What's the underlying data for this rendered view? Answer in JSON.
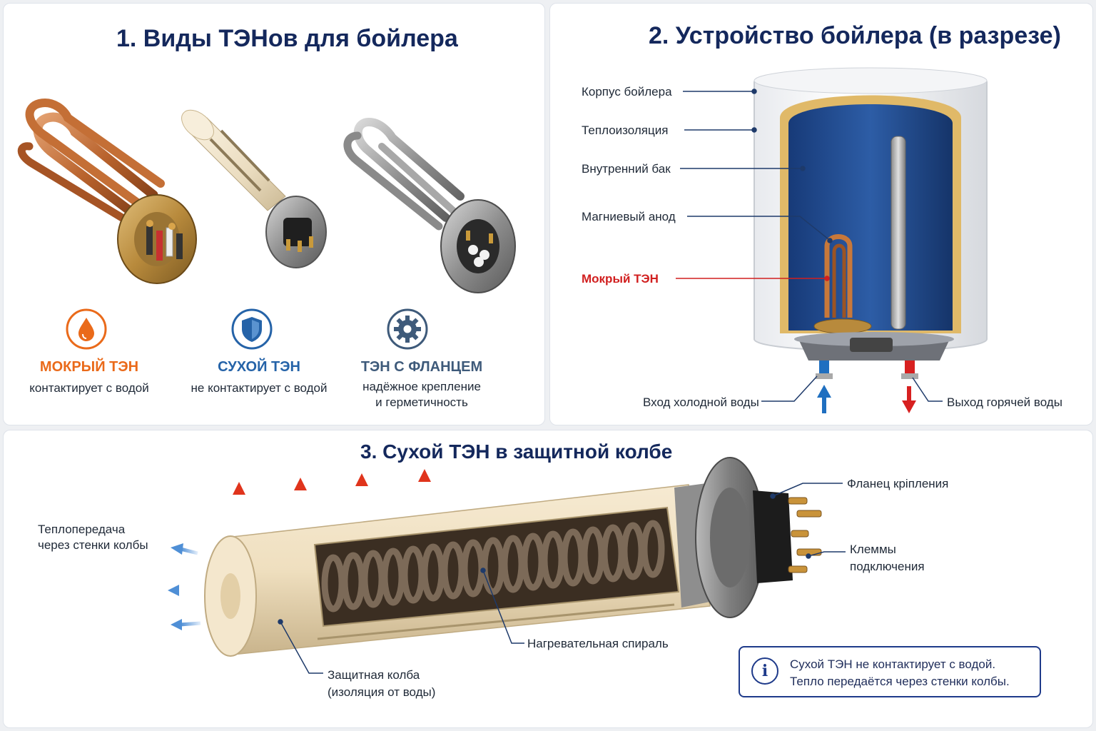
{
  "panel1": {
    "title": "1. Виды ТЭНов для бойлера",
    "types": [
      {
        "title": "МОКРЫЙ ТЭН",
        "desc": "контактирует с водой",
        "icon": "drop-icon",
        "color": "#ea6a1a"
      },
      {
        "title": "СУХОЙ ТЭН",
        "desc": "не контактирует с водой",
        "icon": "shield-icon",
        "color": "#2563a8"
      },
      {
        "title": "ТЭН С ФЛАНЦЕМ",
        "desc_line1": "надёжное крепление",
        "desc_line2": "и герметичность",
        "icon": "gear-icon",
        "color": "#3e5a7a"
      }
    ]
  },
  "panel2": {
    "title": "2. Устройство бойлера (в разрезе)",
    "labels": {
      "body": "Корпус бойлера",
      "insulation": "Теплоизоляция",
      "inner_tank": "Внутренний бак",
      "anode": "Магниевый анод",
      "wet_heater": "Мокрый ТЭН",
      "cold_in": "Вход холодной воды",
      "hot_out": "Выход горячей воды"
    },
    "colors": {
      "wet_heater_label": "#d11f1f",
      "cold": "#1f6fc0",
      "hot": "#d72020"
    }
  },
  "panel3": {
    "title": "3. Сухой ТЭН в защитной колбе",
    "labels": {
      "heat_transfer_line1": "Теплопередача",
      "heat_transfer_line2": "через стенки колбы",
      "flange": "Фланец крiпления",
      "terminals_line1": "Клеммы",
      "terminals_line2": "подключения",
      "coil": "Нагревательная спираль",
      "flask_line1": "Защитная колба",
      "flask_line2": "(изоляция от воды)"
    },
    "info": {
      "line1": "Сухой ТЭН не контактирует с водой.",
      "line2": "Тепло передаётся через стенки колбы."
    }
  }
}
